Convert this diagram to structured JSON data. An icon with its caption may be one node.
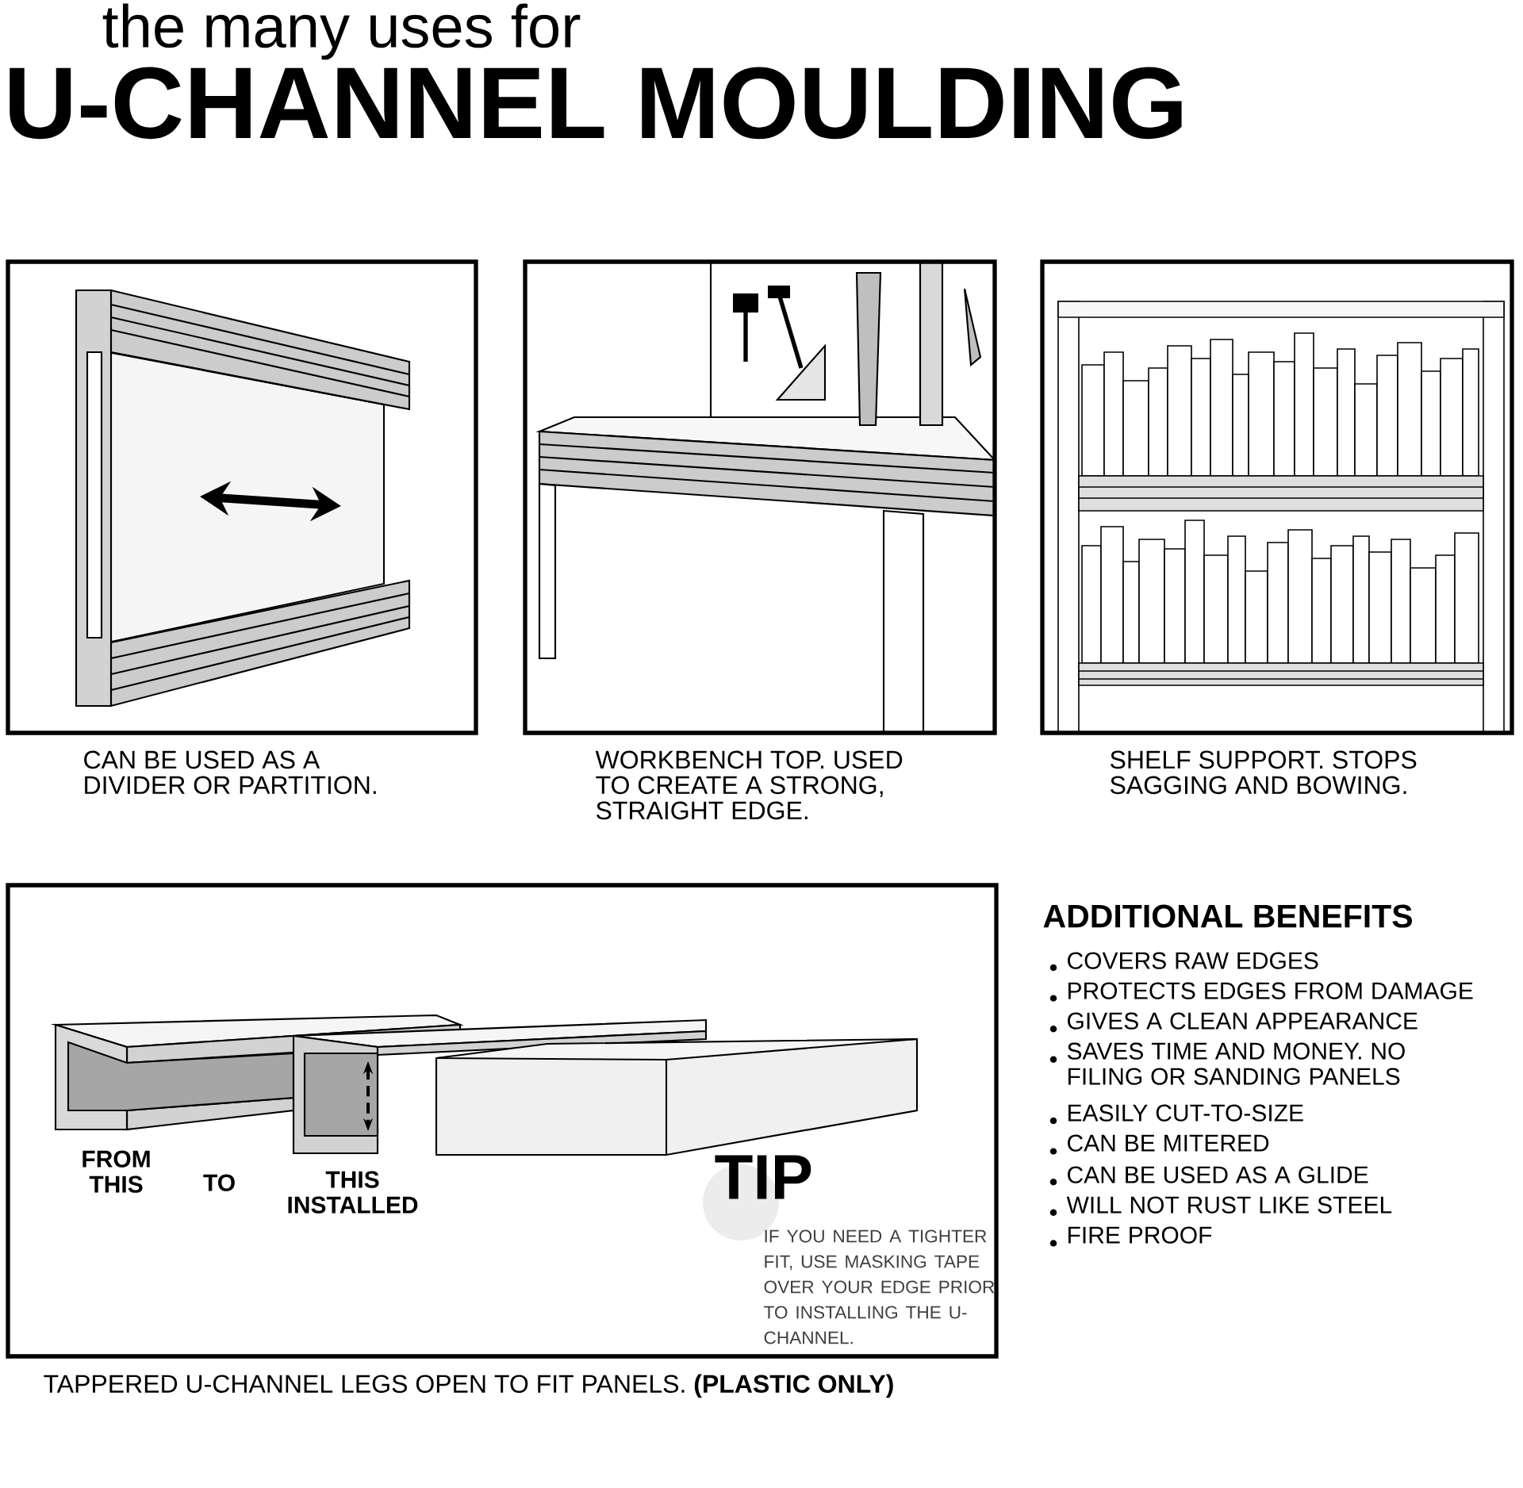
{
  "diagram": {
    "title": "the many uses for",
    "nodes": [
      {
        "text": [
          "CAN BE USED AS A DIVIDER OR PARTITION."
        ]
      },
      {
        "text": [
          "WORKBENCH TOP. USED TO CREATE A STRONG, STRAIGHT EDGE."
        ]
      },
      {
        "text": [
          "SHELF SUPPORT. STOPS SAGGING AND BOWING."
        ]
      },
      {
        "text": [
          "FROM THIS",
          "TO",
          "THIS INSTALLED",
          "TIP",
          "IF YOU NEED A TIGHTER FIT, USE MASKING TAPE OVER YOUR EDGE PRIOR TO INSTALLING THE U-CHANNEL."
        ],
        "beside": [
          "TAPPERED U-CHANNEL LEGS OPEN TO FIT PANELS. **(PLASTIC ONLY)**"
        ]
      }
    ],
    "labels": [
      "U-CHANNEL MOULDING",
      "ADDITIONAL BENEFITS",
      "COVERS RAW EDGES",
      "PROTECTS EDGES FROM DAMAGE",
      "GIVES A CLEAN APPEARANCE",
      "SAVES TIME AND MONEY. NO FILING OR SANDING PANELS",
      "EASILY CUT-TO-SIZE",
      "CAN BE MITERED",
      "CAN BE USED AS A GLIDE",
      "WILL NOT RUST LIKE STEEL",
      "FIRE PROOF"
    ]
  }
}
